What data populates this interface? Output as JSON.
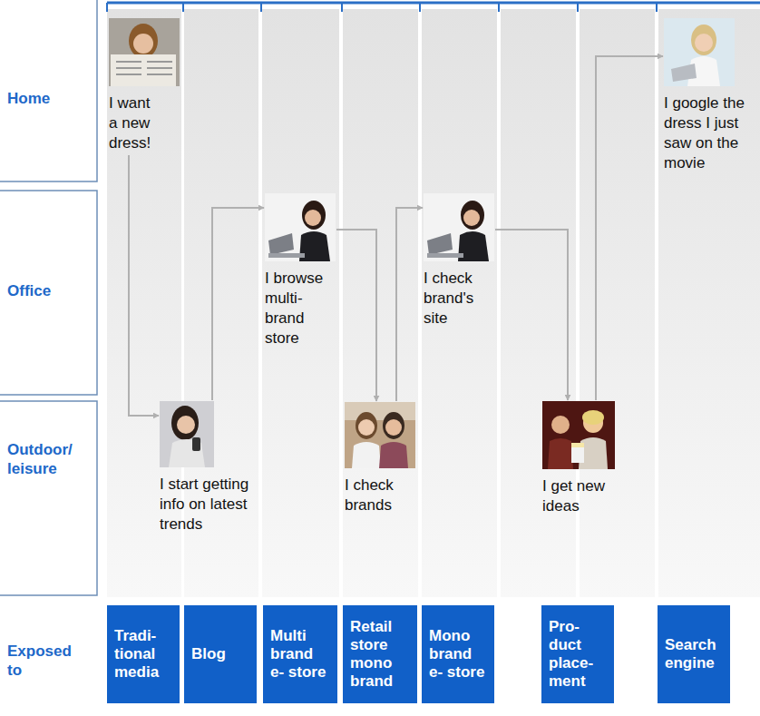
{
  "diagram": {
    "nodes": [
      {
        "text": [
          "I want a new dress!"
        ]
      },
      {
        "text": [
          "I start getting info on latest trends"
        ]
      },
      {
        "text": [
          "I browse multi- brand store"
        ]
      },
      {
        "text": [
          "I check brands"
        ]
      },
      {
        "text": [
          "I check brand's site"
        ]
      },
      {
        "text": [
          "I get new ideas"
        ]
      },
      {
        "text": [
          "I google the dress I just saw on the movie"
        ]
      },
      {
        "text": [
          "Tradi- tional media"
        ]
      },
      {
        "text": [
          "Blog"
        ]
      },
      {
        "text": [
          "Multi brand e- store"
        ]
      },
      {
        "text": [
          "Retail store mono brand"
        ]
      },
      {
        "text": [
          "Mono brand e- store"
        ]
      },
      {
        "text": [
          "Pro- duct place- ment"
        ]
      },
      {
        "text": [
          "Search engine"
        ]
      }
    ],
    "edges": [
      {
        "from": 0,
        "to": 1,
        "arrow": "to"
      },
      {
        "from": 1,
        "to": 2,
        "arrow": "to"
      },
      {
        "from": 2,
        "to": 3,
        "arrow": "to"
      },
      {
        "from": 3,
        "to": 4,
        "arrow": "to"
      },
      {
        "from": 4,
        "to": 5,
        "arrow": "to"
      },
      {
        "from": 5,
        "to": 6,
        "arrow": "to"
      }
    ],
    "labels": [
      "Home",
      "Office",
      "Outdoor/ leisure",
      "Exposed to"
    ]
  }
}
